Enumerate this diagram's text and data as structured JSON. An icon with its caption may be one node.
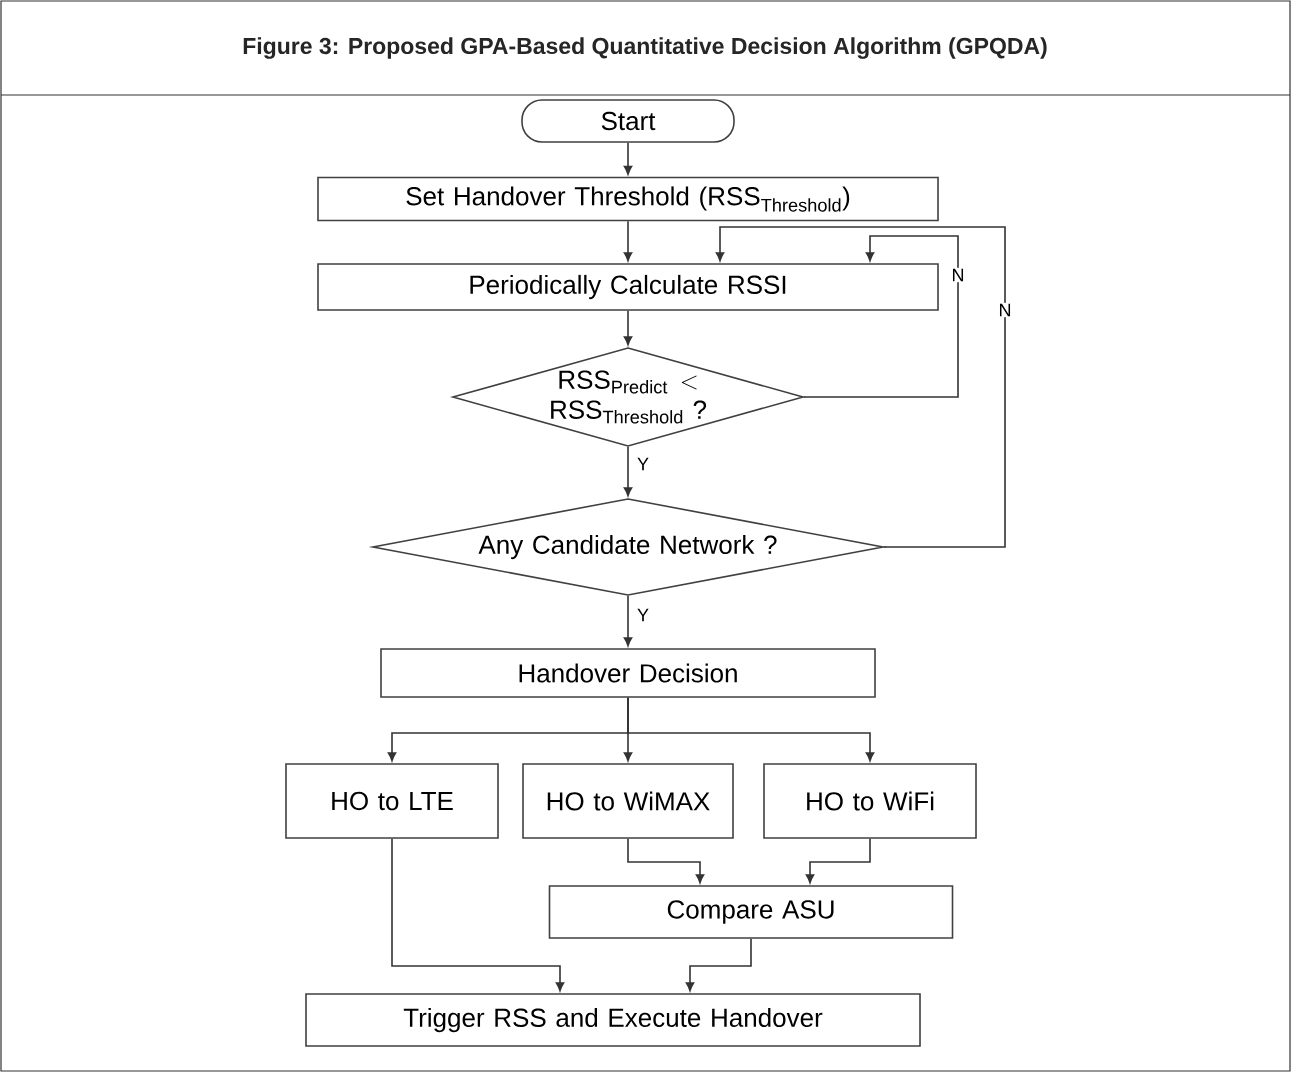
{
  "diagram": {
    "title": "Figure 3: Proposed GPA-Based Quantitative Decision Algorithm (GPQDA)",
    "nodes": [
      {
        "text": [
          "Start"
        ]
      },
      {
        "text": [
          "\\text{Set Handover Threshold (RSS}_{\\text{Threshold}}\\text{)}"
        ]
      },
      {
        "text": [
          "Periodically Calculate RSSI"
        ]
      },
      {
        "text": [
          "\\text{RSS}_{\\text{Predict}} < \\text{RSS}_{\\text{Threshold}}\\text{ ?}"
        ]
      },
      {
        "text": [
          "Any Candidate Network ?"
        ]
      },
      {
        "text": [
          "Handover Decision"
        ]
      },
      {
        "text": [
          "HO to LTE"
        ]
      },
      {
        "text": [
          "HO to WiMAX"
        ]
      },
      {
        "text": [
          "HO to WiFi"
        ]
      },
      {
        "text": [
          "Compare ASU"
        ]
      },
      {
        "text": [
          "Trigger RSS and Execute Handover"
        ]
      }
    ],
    "edges": [
      {
        "from": 0,
        "to": 1,
        "arrow": "to"
      },
      {
        "from": 1,
        "to": 2,
        "arrow": "to"
      },
      {
        "from": 2,
        "to": 3,
        "arrow": "to"
      },
      {
        "from": 3,
        "to": 2,
        "arrow": "to",
        "label": "N"
      },
      {
        "from": 3,
        "to": 4,
        "arrow": "to",
        "label": "Y"
      },
      {
        "from": 4,
        "to": 2,
        "arrow": "to",
        "label": "N"
      },
      {
        "from": 4,
        "to": 5,
        "arrow": "to",
        "label": "Y"
      },
      {
        "from": 5,
        "to": 6,
        "arrow": "to"
      },
      {
        "from": 5,
        "to": 7,
        "arrow": "to"
      },
      {
        "from": 5,
        "to": 8,
        "arrow": "to"
      },
      {
        "from": 7,
        "to": 9,
        "arrow": "to"
      },
      {
        "from": 8,
        "to": 9,
        "arrow": "to"
      },
      {
        "from": 6,
        "to": 10,
        "arrow": "to"
      },
      {
        "from": 9,
        "to": 10,
        "arrow": "to"
      }
    ]
  }
}
